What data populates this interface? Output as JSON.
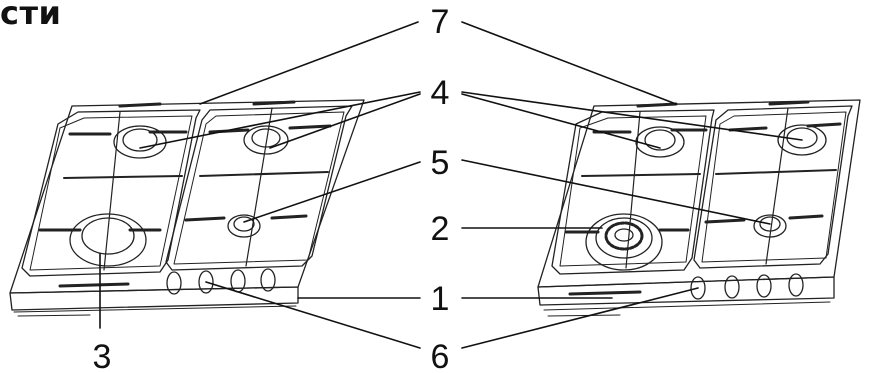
{
  "heading": "сти",
  "callouts": {
    "c1": "1",
    "c2": "2",
    "c3": "3",
    "c4": "4",
    "c5": "5",
    "c6": "6",
    "c7": "7"
  }
}
